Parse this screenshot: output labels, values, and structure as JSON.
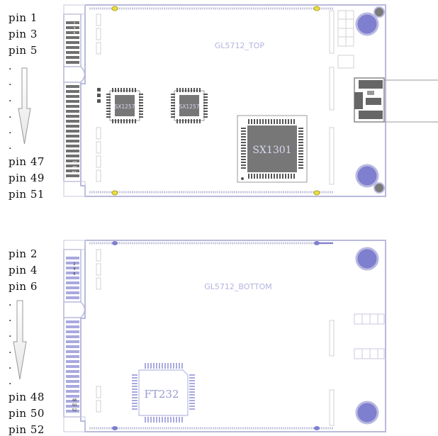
{
  "top_board": {
    "title": "GL5712_TOP",
    "pin_labels_top": [
      "pin 1",
      "pin 3",
      "pin 5"
    ],
    "pin_labels_bottom": [
      "pin 47",
      "pin 49",
      "pin 51"
    ],
    "chips": {
      "left": "SX1257",
      "middle": "SX1257",
      "main": "SX1301"
    },
    "pad_numbers_top": [
      "1",
      "3",
      "5"
    ],
    "pad_numbers_bottom": [
      "47",
      "49",
      "51"
    ]
  },
  "bottom_board": {
    "title": "GL5712_BOTTOM",
    "pin_labels_top": [
      "pin 2",
      "pin 4",
      "pin 6"
    ],
    "pin_labels_bottom": [
      "pin 48",
      "pin 50",
      "pin 52"
    ],
    "chips": {
      "main": "FT232"
    },
    "pad_numbers_top": [
      "2",
      "4",
      "6"
    ],
    "pad_numbers_bottom": [
      "48",
      "50",
      "52"
    ]
  },
  "ellipsis": "."
}
